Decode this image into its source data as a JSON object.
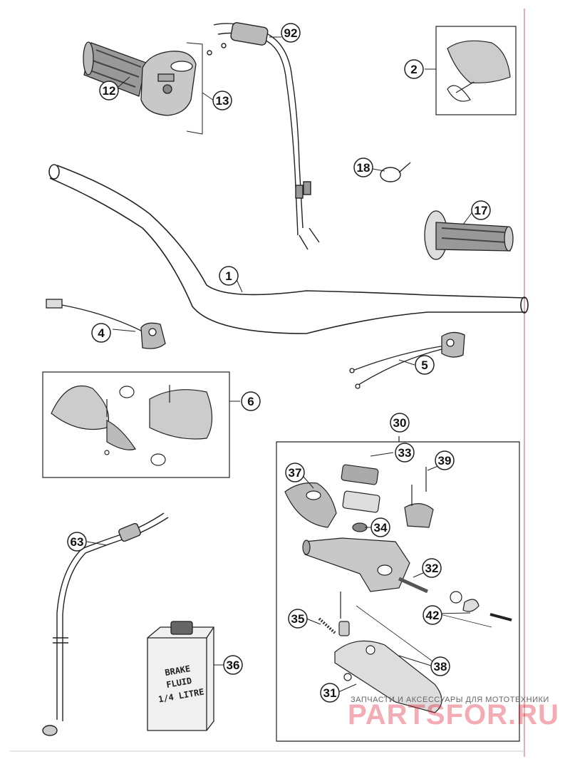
{
  "diagram": {
    "callouts": [
      "1",
      "2",
      "4",
      "5",
      "6",
      "12",
      "13",
      "17",
      "18",
      "30",
      "31",
      "32",
      "33",
      "34",
      "35",
      "36",
      "37",
      "38",
      "39",
      "42",
      "63",
      "92"
    ],
    "bottle_label": [
      "BRAKE",
      "FLUID",
      "1/4 LITRE"
    ],
    "watermark": {
      "subtitle": "ЗАПЧАСТИ И АКСЕССУАРЫ ДЛЯ МОТОТЕХНИКИ",
      "logo": "PARTSFOR.RU"
    },
    "colors": {
      "line": "#222222",
      "margin_rule": "#e57373",
      "watermark_red": "#e0142b"
    }
  }
}
